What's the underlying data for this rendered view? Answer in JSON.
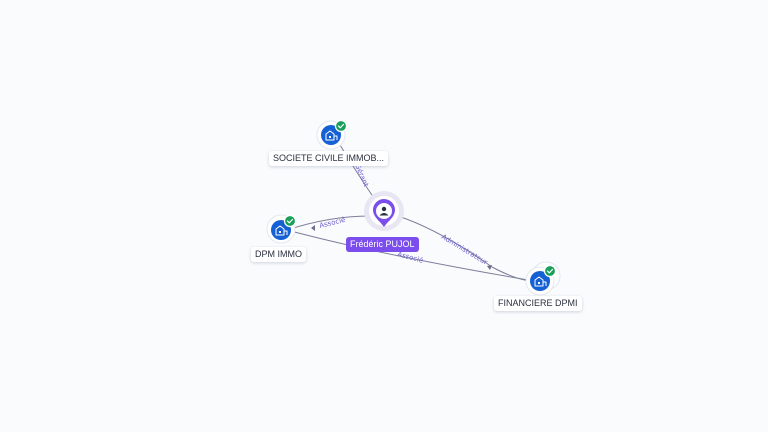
{
  "person": {
    "name": "Frédéric PUJOL",
    "icon": "user-icon",
    "color": "#7b4dec"
  },
  "companies": {
    "sci": {
      "name": "SOCIETE CIVILE IMMOB...",
      "icon": "building-icon",
      "verified": true
    },
    "dpm_immo": {
      "name": "DPM IMMO",
      "icon": "building-icon",
      "verified": true
    },
    "financiere": {
      "name": "FINANCIERE DPMI",
      "icon": "building-icon",
      "verified": true
    }
  },
  "relations": {
    "gerant": "Gérant",
    "associe_dpm_immo": "Associé",
    "administrateur": "Administrateur",
    "associe_financiere": "Associé"
  },
  "colors": {
    "company": "#1560d4",
    "verified": "#18a05a",
    "relation_text": "#6a5fd0",
    "background": "#f9fbfd"
  }
}
